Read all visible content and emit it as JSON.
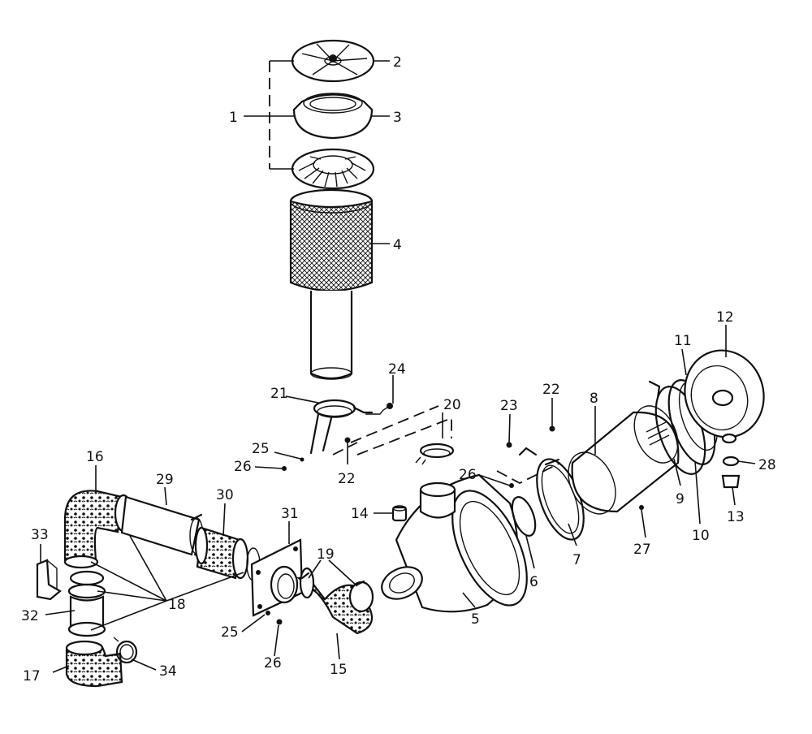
{
  "diagram": {
    "callouts": [
      {
        "id": "c1",
        "text": "1"
      },
      {
        "id": "c2",
        "text": "2"
      },
      {
        "id": "c3",
        "text": "3"
      },
      {
        "id": "c4",
        "text": "4"
      },
      {
        "id": "c5",
        "text": "5"
      },
      {
        "id": "c6",
        "text": "6"
      },
      {
        "id": "c7",
        "text": "7"
      },
      {
        "id": "c8",
        "text": "8"
      },
      {
        "id": "c9",
        "text": "9"
      },
      {
        "id": "c10",
        "text": "10"
      },
      {
        "id": "c11",
        "text": "11"
      },
      {
        "id": "c12",
        "text": "12"
      },
      {
        "id": "c13",
        "text": "13"
      },
      {
        "id": "c14",
        "text": "14"
      },
      {
        "id": "c15",
        "text": "15"
      },
      {
        "id": "c16",
        "text": "16"
      },
      {
        "id": "c17",
        "text": "17"
      },
      {
        "id": "c18",
        "text": "18"
      },
      {
        "id": "c19",
        "text": "19"
      },
      {
        "id": "c20",
        "text": "20"
      },
      {
        "id": "c21",
        "text": "21"
      },
      {
        "id": "c22a",
        "text": "22"
      },
      {
        "id": "c22b",
        "text": "22"
      },
      {
        "id": "c23",
        "text": "23"
      },
      {
        "id": "c24",
        "text": "24"
      },
      {
        "id": "c25a",
        "text": "25"
      },
      {
        "id": "c25b",
        "text": "25"
      },
      {
        "id": "c26a",
        "text": "26"
      },
      {
        "id": "c26b",
        "text": "26"
      },
      {
        "id": "c26c",
        "text": "26"
      },
      {
        "id": "c27",
        "text": "27"
      },
      {
        "id": "c28",
        "text": "28"
      },
      {
        "id": "c29",
        "text": "29"
      },
      {
        "id": "c30",
        "text": "30"
      },
      {
        "id": "c31",
        "text": "31"
      },
      {
        "id": "c32",
        "text": "32"
      },
      {
        "id": "c33",
        "text": "33"
      },
      {
        "id": "c34",
        "text": "34"
      }
    ]
  }
}
